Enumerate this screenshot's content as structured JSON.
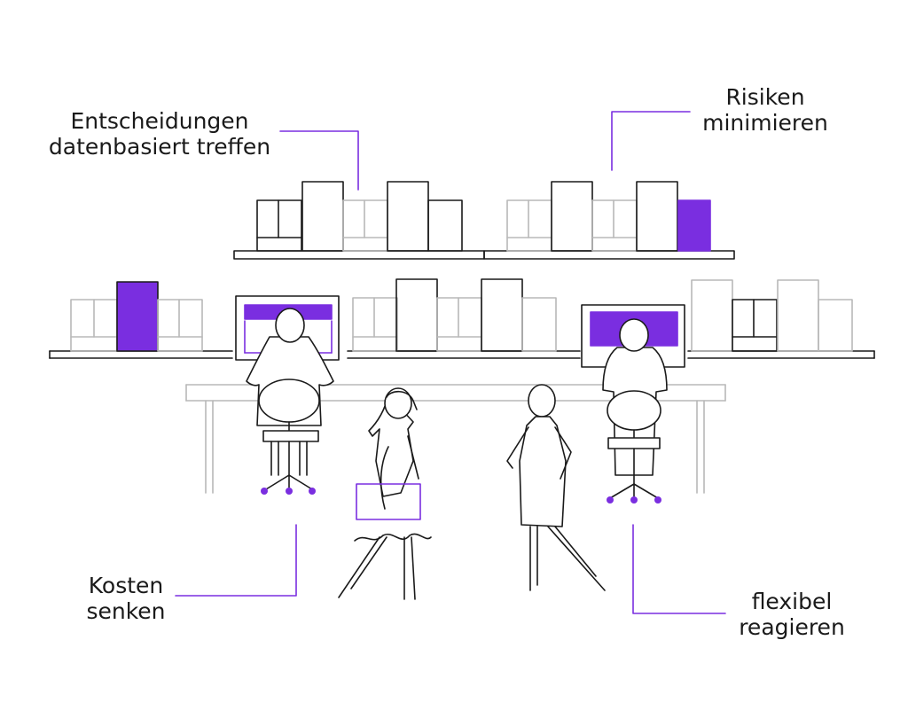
{
  "labels": {
    "decisions": {
      "line1": "Entscheidungen",
      "line2": "datenbasiert treffen"
    },
    "risks": {
      "line1": "Risiken",
      "line2": "minimieren"
    },
    "costs": {
      "line1": "Kosten",
      "line2": "senken"
    },
    "flexible": {
      "line1": "flexibel",
      "line2": "reagieren"
    }
  },
  "colors": {
    "accent": "#7a2ee0",
    "stroke": "#1a1a1a",
    "light_stroke": "#b8b8b8"
  }
}
